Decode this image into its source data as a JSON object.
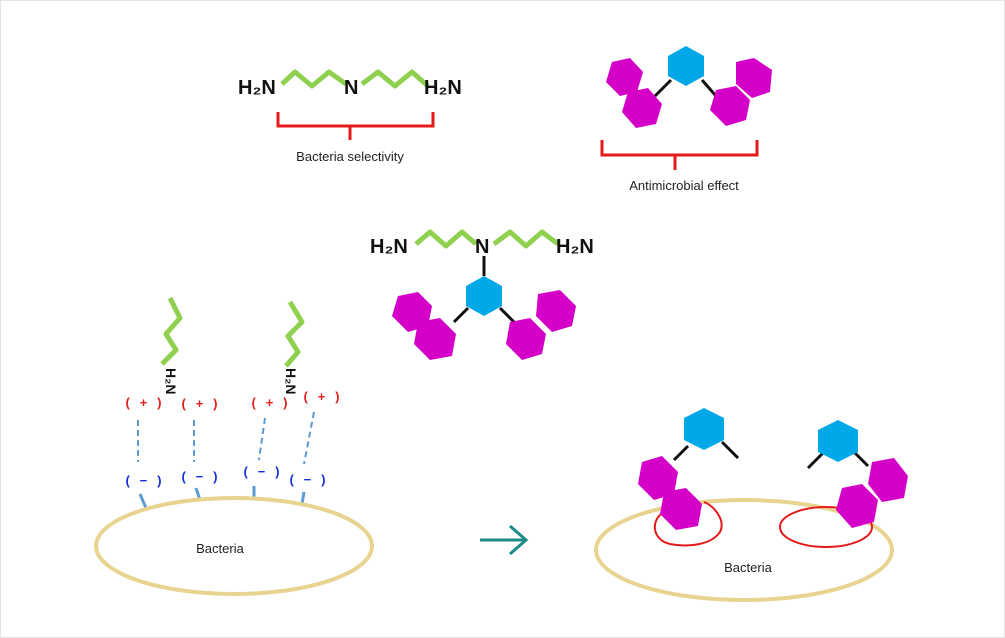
{
  "molecules": {
    "polyamine": {
      "left_amine": "H₂N",
      "center_n": "N",
      "right_amine": "H₂N"
    },
    "conjugate": {
      "left_amine": "H₂N",
      "center_n": "N",
      "right_amine": "H₂N"
    },
    "tethered_amine_1": "H₂N",
    "tethered_amine_2": "H₂N"
  },
  "labels": {
    "selectivity": "Bacteria selectivity",
    "antimicrobial": "Antimicrobial effect",
    "bacteria_left": "Bacteria",
    "bacteria_right": "Bacteria"
  },
  "charges": {
    "positive": "( + )",
    "negative": "( − )"
  },
  "colors": {
    "chain": "#8fd14f",
    "hexagon": "#00a8e8",
    "magenta": "#d400c8",
    "bracket": "#e41a1a",
    "cell_outline": "#e8d490",
    "arrow": "#1a8a8a",
    "dashed_bond": "#5b9bd5",
    "pore": "#e41a1a"
  },
  "icons": {
    "arrow": "right-arrow-icon"
  }
}
